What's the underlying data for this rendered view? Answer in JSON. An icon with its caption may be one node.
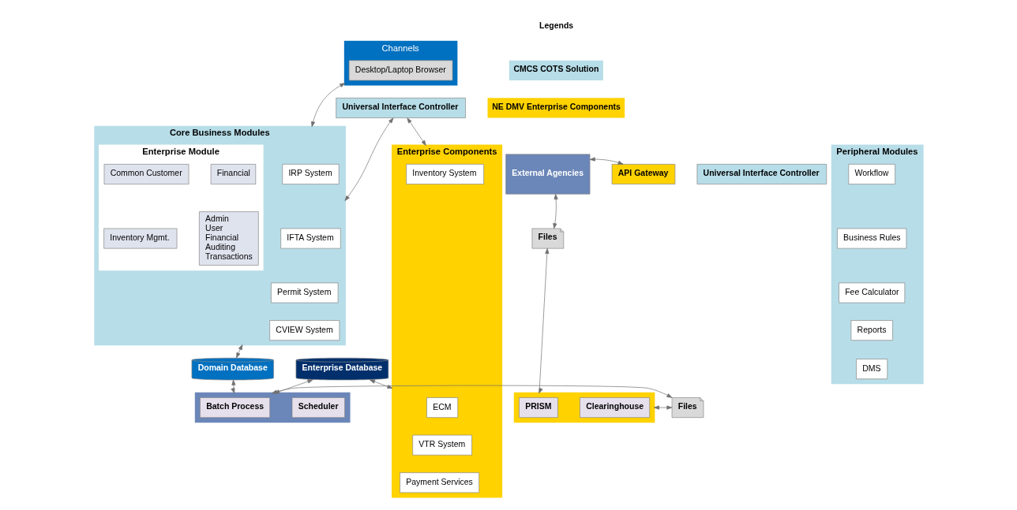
{
  "diagram": {
    "nodes": [
      {
        "text": [
          "Channels"
        ]
      },
      {
        "text": [
          "Desktop/Laptop Browser"
        ],
        "in": 0
      },
      {
        "text": [
          "Universal Interface Controller"
        ]
      },
      {
        "text": [
          "External Agencies"
        ]
      },
      {
        "text": [
          "API Gateway"
        ]
      },
      {
        "text": [
          "Universal Interface Controller"
        ]
      },
      {
        "text": [
          "Core Business Modules"
        ]
      },
      {
        "text": [
          "IRP System"
        ],
        "in": 6
      },
      {
        "text": [
          "IFTA System"
        ],
        "in": 6
      },
      {
        "text": [
          "Permit System"
        ],
        "in": 6
      },
      {
        "text": [
          "CVIEW System"
        ],
        "in": 6
      },
      {
        "text": [
          "Enterprise Module"
        ],
        "in": 6
      },
      {
        "text": [
          "Common Customer"
        ],
        "in": 11
      },
      {
        "text": [
          "Inventory Mgmt."
        ],
        "in": 11
      },
      {
        "text": [
          "Financial"
        ],
        "in": 11
      },
      {
        "text": [
          "Admin",
          "User",
          "Financial",
          "Auditing",
          "Transactions"
        ],
        "in": 11
      },
      {
        "text": [
          "Peripheral Modules"
        ]
      },
      {
        "text": [
          "Workflow"
        ],
        "in": 16
      },
      {
        "text": [
          "Business Rules"
        ],
        "in": 16
      },
      {
        "text": [
          "Fee Calculator"
        ],
        "in": 16
      },
      {
        "text": [
          "Reports"
        ],
        "in": 16
      },
      {
        "text": [
          "DMS"
        ],
        "in": 16
      },
      {
        "text": [
          "Enterprise Components"
        ]
      },
      {
        "text": [
          "Inventory System"
        ],
        "in": 22
      },
      {
        "text": [
          "ECM"
        ],
        "in": 22
      },
      {
        "text": [
          "VTR System"
        ],
        "in": 22
      },
      {
        "text": [
          "Payment Services"
        ],
        "in": 22
      },
      {
        "text": [
          "Files"
        ]
      },
      {
        "text": [
          "Domain Database"
        ]
      },
      {
        "text": [
          "Enterprise Database"
        ]
      },
      {
        "text": [],
        "shape": "box"
      },
      {
        "text": [
          "PRISM"
        ],
        "in": 30
      },
      {
        "text": [
          "Clearinghouse"
        ],
        "in": 30
      },
      {
        "text": [
          "Files"
        ]
      },
      {
        "text": [],
        "shape": "box"
      },
      {
        "text": [
          "Batch Process"
        ],
        "in": 34
      },
      {
        "text": [
          "Scheduler"
        ],
        "in": 34
      }
    ],
    "edges": [
      {
        "from": 0,
        "to": 6,
        "arrow": "both"
      },
      {
        "from": 2,
        "to": 6,
        "arrow": "both"
      },
      {
        "from": 2,
        "to": 22,
        "arrow": "both"
      },
      {
        "from": 3,
        "to": 4,
        "arrow": "both"
      },
      {
        "from": 3,
        "to": 27,
        "arrow": "both"
      },
      {
        "from": 27,
        "to": 30,
        "arrow": "both"
      },
      {
        "from": 6,
        "to": 28,
        "arrow": "both"
      },
      {
        "from": 28,
        "to": 34,
        "arrow": "both"
      },
      {
        "from": 29,
        "to": 34,
        "arrow": "both"
      },
      {
        "from": 29,
        "to": 22,
        "arrow": "both"
      },
      {
        "from": 30,
        "to": 33,
        "arrow": "both"
      },
      {
        "from": 33,
        "to": 34,
        "arrow": "both"
      }
    ],
    "labels": [
      "Legends"
    ],
    "legend": [
      {
        "text": "CMCS COTS Solution",
        "color": "#b7dde8"
      },
      {
        "text": "NE DMV Enterprise Components",
        "color": "#ffd200"
      }
    ]
  }
}
